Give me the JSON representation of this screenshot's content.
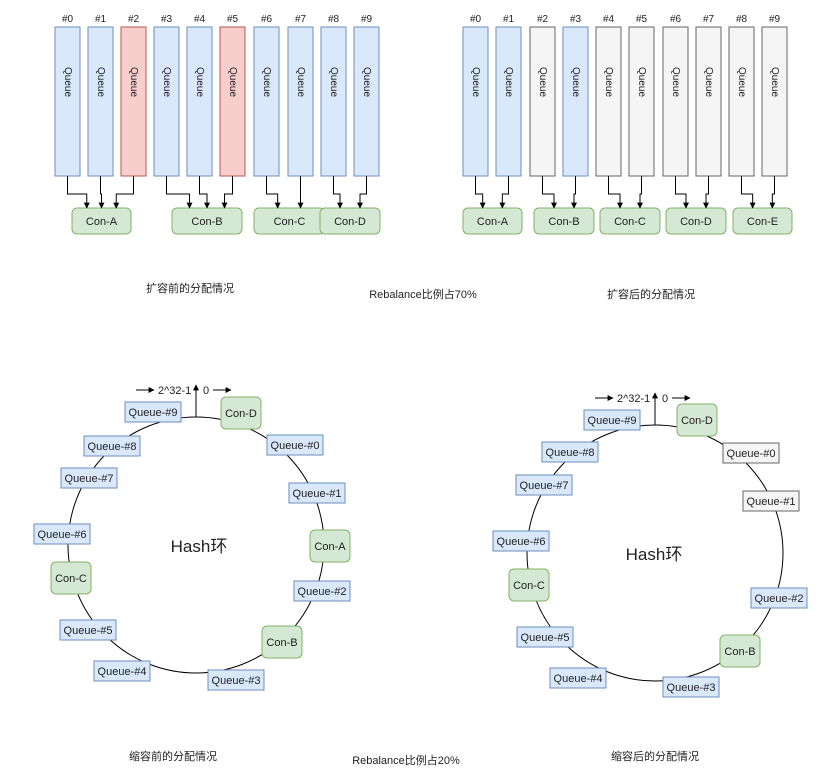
{
  "colors": {
    "queue_blue_fill": "#dae8fc",
    "queue_blue_stroke": "#6c8ebf",
    "queue_red_fill": "#f8cecc",
    "queue_red_stroke": "#b85450",
    "queue_gray_fill": "#f5f5f5",
    "queue_gray_stroke": "#666666",
    "consumer_fill": "#d5e8d4",
    "consumer_stroke": "#82b366",
    "line": "#000000"
  },
  "captions": {
    "before_expand": "扩容前的分配情况",
    "after_expand": "扩容后的分配情况",
    "rebalance_expand": "Rebalance比例占70%",
    "before_shrink": "缩容前的分配情况",
    "after_shrink": "缩容后的分配情况",
    "rebalance_shrink": "Rebalance比例占20%"
  },
  "queue_text": "Queue",
  "top_left": {
    "headers": [
      "#0",
      "#1",
      "#2",
      "#3",
      "#4",
      "#5",
      "#6",
      "#7",
      "#8",
      "#9"
    ],
    "queue_states": [
      "blue",
      "blue",
      "red",
      "blue",
      "blue",
      "red",
      "blue",
      "blue",
      "blue",
      "blue"
    ],
    "consumers": [
      "Con-A",
      "Con-B",
      "Con-C",
      "Con-D"
    ],
    "assignment": [
      0,
      0,
      0,
      1,
      1,
      1,
      2,
      2,
      3,
      3
    ]
  },
  "top_right": {
    "headers": [
      "#0",
      "#1",
      "#2",
      "#3",
      "#4",
      "#5",
      "#6",
      "#7",
      "#8",
      "#9"
    ],
    "queue_states": [
      "blue",
      "blue",
      "gray",
      "blue",
      "gray",
      "gray",
      "gray",
      "gray",
      "gray",
      "gray"
    ],
    "consumers": [
      "Con-A",
      "Con-B",
      "Con-C",
      "Con-D",
      "Con-E"
    ],
    "assignment": [
      0,
      0,
      1,
      1,
      2,
      2,
      3,
      3,
      4,
      4
    ]
  },
  "hash_left": {
    "title": "Hash环",
    "axis_left_label": "2^32-1",
    "axis_right_label": "0",
    "nodes": [
      {
        "label": "Con-D",
        "kind": "consumer"
      },
      {
        "label": "Queue-#0",
        "kind": "blue"
      },
      {
        "label": "Queue-#1",
        "kind": "blue"
      },
      {
        "label": "Con-A",
        "kind": "consumer"
      },
      {
        "label": "Queue-#2",
        "kind": "blue"
      },
      {
        "label": "Con-B",
        "kind": "consumer"
      },
      {
        "label": "Queue-#3",
        "kind": "blue"
      },
      {
        "label": "Queue-#4",
        "kind": "blue"
      },
      {
        "label": "Queue-#5",
        "kind": "blue"
      },
      {
        "label": "Con-C",
        "kind": "consumer"
      },
      {
        "label": "Queue-#6",
        "kind": "blue"
      },
      {
        "label": "Queue-#7",
        "kind": "blue"
      },
      {
        "label": "Queue-#8",
        "kind": "blue"
      },
      {
        "label": "Queue-#9",
        "kind": "blue"
      }
    ]
  },
  "hash_right": {
    "title": "Hash环",
    "axis_left_label": "2^32-1",
    "axis_right_label": "0",
    "nodes": [
      {
        "label": "Con-D",
        "kind": "consumer"
      },
      {
        "label": "Queue-#0",
        "kind": "gray"
      },
      {
        "label": "Queue-#1",
        "kind": "gray"
      },
      {
        "label": "Queue-#2",
        "kind": "blue"
      },
      {
        "label": "Con-B",
        "kind": "consumer"
      },
      {
        "label": "Queue-#3",
        "kind": "blue"
      },
      {
        "label": "Queue-#4",
        "kind": "blue"
      },
      {
        "label": "Queue-#5",
        "kind": "blue"
      },
      {
        "label": "Con-C",
        "kind": "consumer"
      },
      {
        "label": "Queue-#6",
        "kind": "blue"
      },
      {
        "label": "Queue-#7",
        "kind": "blue"
      },
      {
        "label": "Queue-#8",
        "kind": "blue"
      },
      {
        "label": "Queue-#9",
        "kind": "blue"
      }
    ]
  }
}
